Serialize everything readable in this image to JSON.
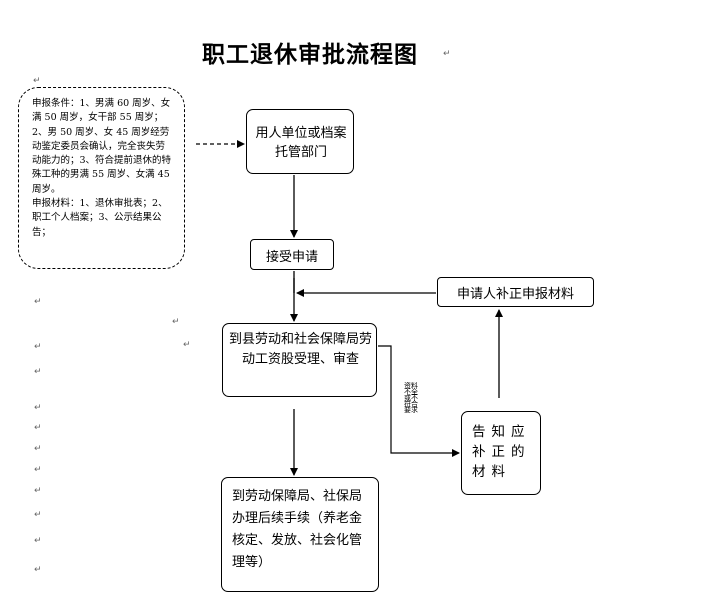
{
  "title": "职工退休审批流程图",
  "conditions_text": "申报条件：1、男满 60 周岁、女满 50 周岁，女干部 55 周岁；2、男 50 周岁、女 45 周岁经劳动鉴定委员会确认，完全丧失劳动能力的；3、符合提前退休的特殊工种的男满 55 周岁、女满 45 周岁。\n申报材料：1、退休审批表；2、职工个人档案；3、公示结果公告；",
  "nodes": {
    "unit": "用人单位或档案托管部门",
    "accept": "接受申请",
    "county_bureau": "到县劳动和社会保障局劳动工资股受理、审查",
    "resubmit": "申请人补正申报材料",
    "notify": "告知应补正的材料",
    "followup": "到劳动保障局、社保局办理后续手续（养老金核定、发放、社会化管理等）"
  },
  "edge_label": "资料不全或不符合要求"
}
